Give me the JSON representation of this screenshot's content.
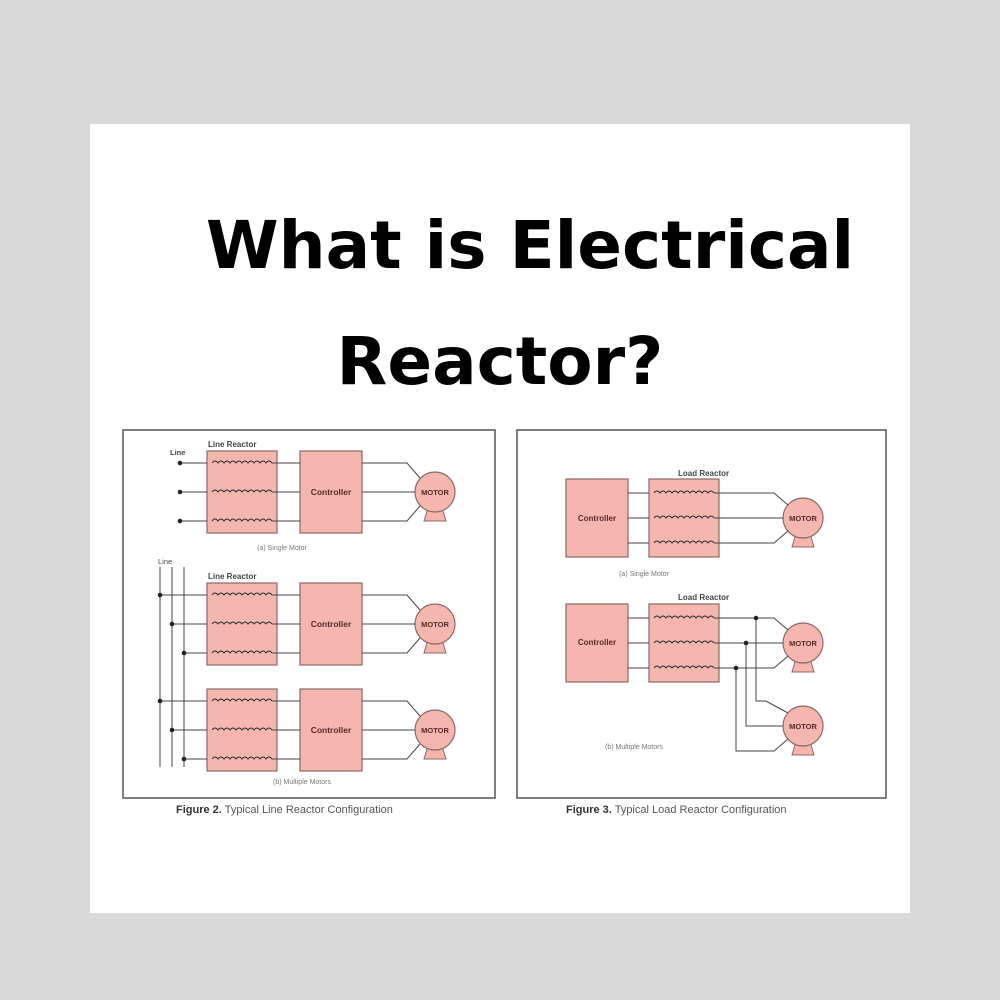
{
  "page": {
    "background": "#d9d9d9",
    "card_background": "#ffffff"
  },
  "title": {
    "line1": "What is Electrical",
    "line2": "Reactor?"
  },
  "colors": {
    "box_fill": "#f4b6ae",
    "box_stroke": "#8a6a66",
    "motor_fill": "#f4b6ae",
    "wire": "#444444",
    "frame": "#555555",
    "label": "#444444"
  },
  "figure2": {
    "caption_number": "Figure 2.",
    "caption_text": "Typical Line Reactor Configuration",
    "line_label_a": "Line",
    "line_label_b": "Line",
    "reactor_label": "Line Reactor",
    "controller_label": "Controller",
    "motor_label": "MOTOR",
    "sub_a": "(a) Single Motor",
    "sub_b": "(b) Multiple Motors"
  },
  "figure3": {
    "caption_number": "Figure 3.",
    "caption_text": "Typical Load Reactor Configuration",
    "reactor_label": "Load Reactor",
    "controller_label": "Controller",
    "motor_label": "MOTOR",
    "sub_a": "(a) Single Motor",
    "sub_b": "(b) Multiple Motors"
  }
}
